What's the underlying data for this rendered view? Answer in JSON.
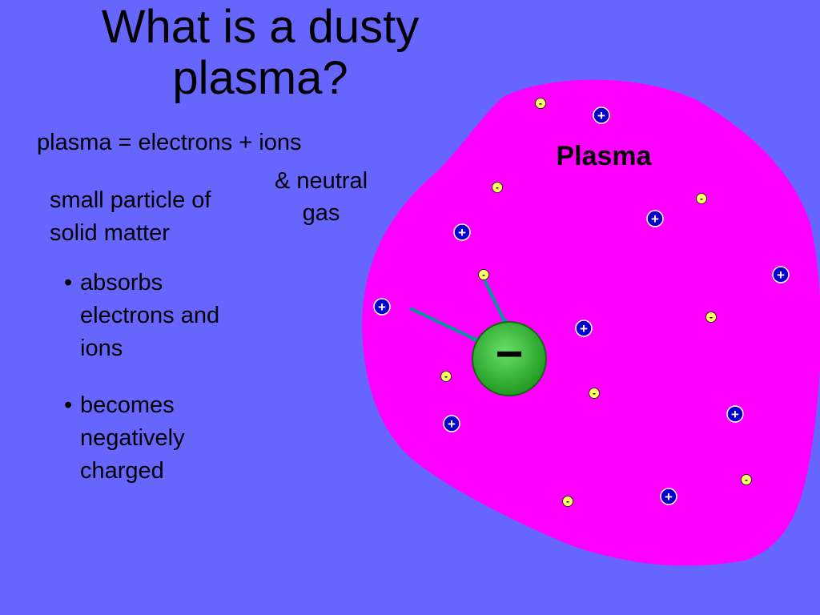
{
  "slide": {
    "title": "What is a dusty plasma?",
    "equation": "plasma = electrons + ions",
    "neutral_note": "& neutral gas",
    "particle_label": "small particle of solid matter",
    "bullets": [
      {
        "marker": "•",
        "text": "absorbs electrons and ions"
      },
      {
        "marker": "•",
        "text": "becomes negatively charged"
      }
    ]
  },
  "diagram": {
    "plasma_label": "Plasma",
    "dust_charge_symbol": "−",
    "ion_symbol": "+",
    "electron_symbol": "-",
    "colors": {
      "background": "#6666ff",
      "plasma_region": "#ff00ff",
      "ion_fill": "#0000cc",
      "electron_fill": "#ffff66",
      "dust_fill": "#33cc33",
      "arrow": "#009999"
    }
  }
}
